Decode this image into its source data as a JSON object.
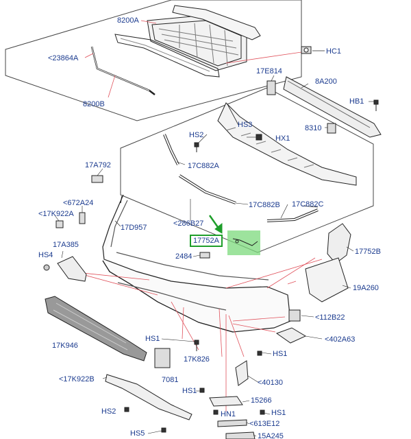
{
  "diagram": {
    "labels": {
      "p8200A": "8200A",
      "p23864A": "<23864A",
      "p8200B": "8200B",
      "pHC1": "HC1",
      "p17E814": "17E814",
      "p8A200": "8A200",
      "pHB1": "HB1",
      "p8310": "8310",
      "pHS2a": "HS2",
      "pHS3": "HS3",
      "pHX1": "HX1",
      "p17A792": "17A792",
      "p17C882A": "17C882A",
      "p672A24": "<672A24",
      "p17K922A": "<17K922A",
      "p17D957": "17D957",
      "p286B27": "<286B27",
      "p17C882B": "17C882B",
      "p17C882C": "17C882C",
      "p17752A": "17752A",
      "p17A385": "17A385",
      "pHS4": "HS4",
      "p2484": "2484",
      "p17752B": "17752B",
      "p19A260": "19A260",
      "p17K946": "17K946",
      "pHS1a": "HS1",
      "p17K826": "17K826",
      "p112B22": "<112B22",
      "p402A63": "<402A63",
      "pHS1b": "HS1",
      "p17K922B": "<17K922B",
      "p7081": "7081",
      "p40130": "<40130",
      "pHS1c": "HS1",
      "p15266": "15266",
      "pHS2b": "HS2",
      "pHN1": "HN1",
      "pHS1d": "HS1",
      "p613E12": "<613E12",
      "pHS5": "HS5",
      "p15A245": "15A245"
    },
    "colors": {
      "label_text": "#1a3a8e",
      "highlight_arrow": "#1e9e2a",
      "highlight_box": "#7cd97c",
      "leader_line": "#e0505a",
      "part_outline": "#222222"
    }
  }
}
